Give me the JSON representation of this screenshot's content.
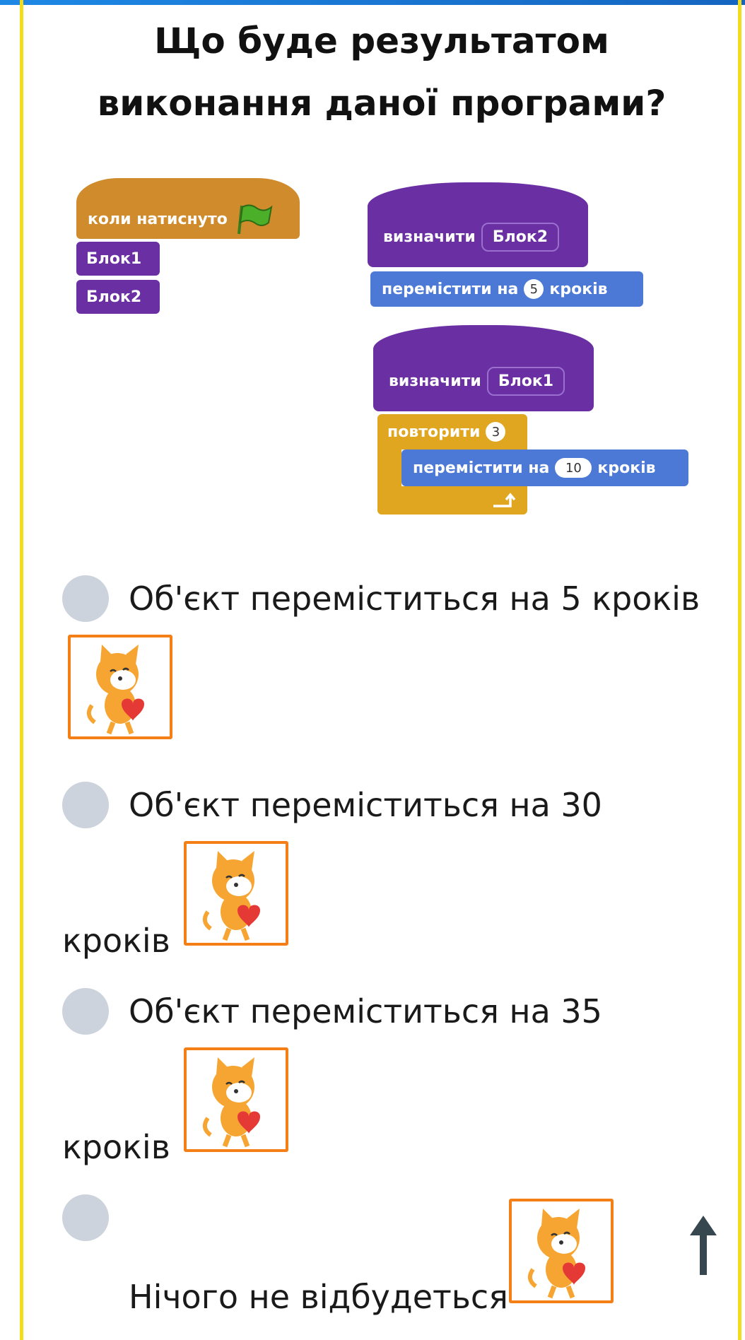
{
  "question": {
    "line1": "Що буде результатом",
    "line2": "виконання даної програми?"
  },
  "program": {
    "when_clicked": "коли  натиснуто",
    "call1": "Блок1",
    "call2": "Блок2",
    "define_label": "визначити",
    "define2_name": "Блок2",
    "move_label": "перемістити  на",
    "move5_value": "5",
    "steps_label": "кроків",
    "define1_name": "Блок1",
    "repeat_label": "повторити",
    "repeat_value": "3",
    "move_label2": "перемістити на",
    "move10_value": "10"
  },
  "options": [
    {
      "text": "Об'єкт переміститься на 5 кроків"
    },
    {
      "text": "Об'єкт переміститься на 30",
      "text2": "кроків"
    },
    {
      "text": "Об'єкт переміститься на 35",
      "text2": "кроків"
    },
    {
      "text": "Нічого не відбудеться"
    }
  ],
  "icons": {
    "flag": "green-flag-icon",
    "cat": "scratch-cat-image",
    "scroll": "arrow-up-icon"
  },
  "colors": {
    "accent_border": "#f2dc1c",
    "top_bar": "#1e88e5",
    "radio": "#cdd3dc",
    "cat_frame": "#f57f17",
    "events": "#cf8b2c",
    "my_blocks": "#6a2fa3",
    "motion": "#4c78d6",
    "control": "#e0a620"
  }
}
